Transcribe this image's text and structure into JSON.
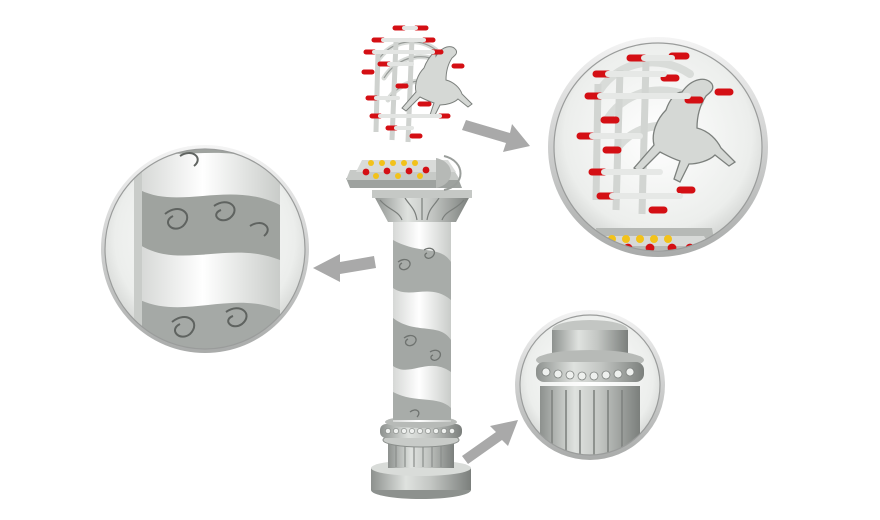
{
  "figure": {
    "subject": "column-with-horse-sculpture-exploded-view",
    "parts": [
      {
        "name": "horse-sculpture-top",
        "callout": "top-right"
      },
      {
        "name": "carved-shaft-detail",
        "callout": "left"
      },
      {
        "name": "base-pedestal-detail",
        "callout": "bottom-right"
      }
    ],
    "colors": {
      "stone": "#b9bcb9",
      "stone_dark": "#7d817e",
      "stone_light": "#e8eae8",
      "arrow": "#a9a9a9",
      "red_tip": "#d40f14",
      "yellow_dot": "#f2c21a",
      "ring": "#cfcfcf"
    }
  }
}
